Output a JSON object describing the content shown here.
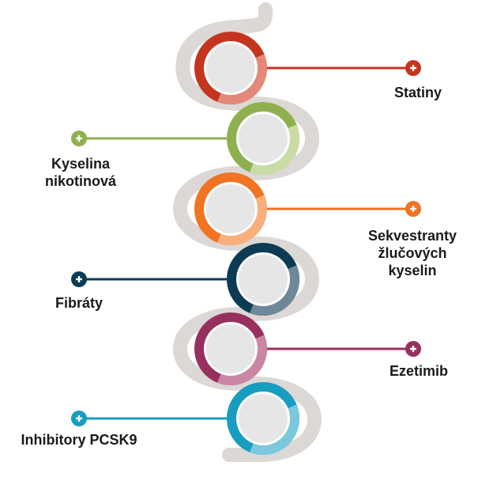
{
  "items": [
    {
      "lines": [
        "Statiny"
      ],
      "color": "#c4351f",
      "light": "#e4887a",
      "side": "right",
      "icon": "plus-icon"
    },
    {
      "lines": [
        "Kyselina",
        "nikotinová"
      ],
      "color": "#8fb04f",
      "light": "#c9dca6",
      "side": "left",
      "icon": "plus-icon"
    },
    {
      "lines": [
        "Sekvestranty",
        "žlučových",
        "kyselin"
      ],
      "color": "#f07422",
      "light": "#f7b07c",
      "side": "right",
      "icon": "plus-icon"
    },
    {
      "lines": [
        "Fibráty"
      ],
      "color": "#0d3b53",
      "light": "#6e8899",
      "side": "left",
      "icon": "plus-icon"
    },
    {
      "lines": [
        "Ezetimib"
      ],
      "color": "#97305e",
      "light": "#c986a5",
      "side": "right",
      "icon": "plus-icon"
    },
    {
      "lines": [
        "Inhibitory PCSK9"
      ],
      "color": "#169dc0",
      "light": "#7cc9dd",
      "side": "left",
      "icon": "plus-icon"
    }
  ],
  "path_color": "#dcd8d5",
  "center_color": "#e6e6e6"
}
